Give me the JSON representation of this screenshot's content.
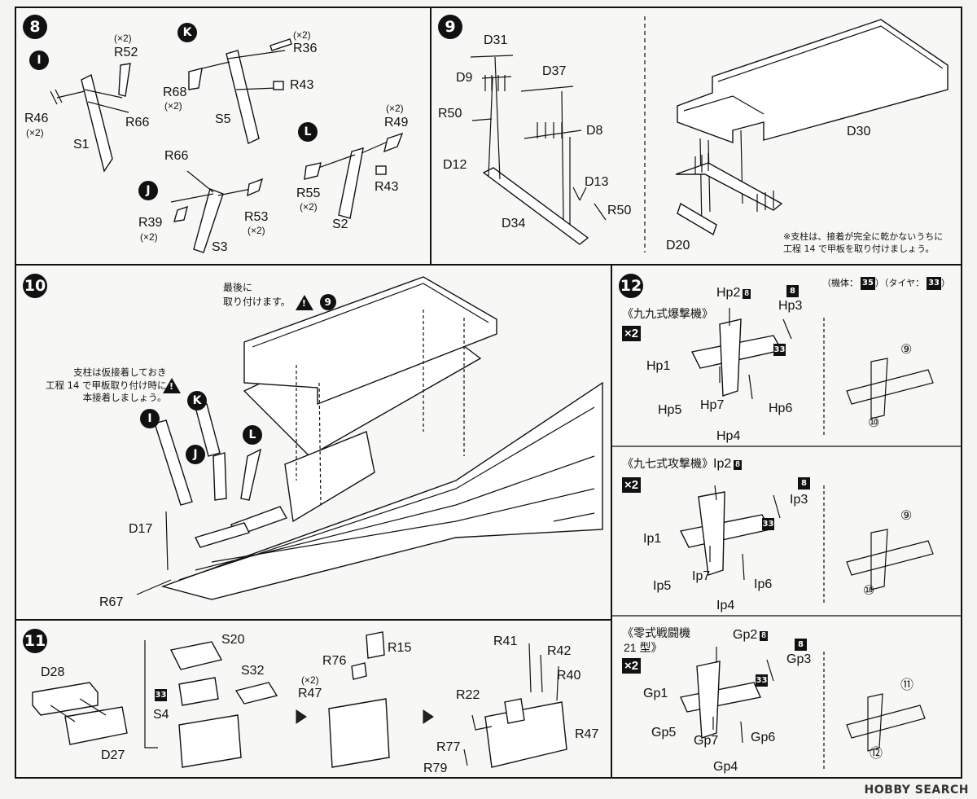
{
  "steps": {
    "s8": "8",
    "s9": "9",
    "s10": "10",
    "s11": "11",
    "s12": "12"
  },
  "subs": {
    "I": "I",
    "J": "J",
    "K": "K",
    "L": "L"
  },
  "step8": {
    "I": {
      "parts": [
        "R52",
        "R46",
        "R66",
        "S1"
      ],
      "mult": [
        "(×2)",
        "(×2)"
      ]
    },
    "K": {
      "parts": [
        "R36",
        "R43",
        "R68",
        "S5"
      ],
      "mult": [
        "(×2)",
        "(×2)"
      ]
    },
    "J": {
      "parts": [
        "R66",
        "R39",
        "R53",
        "S3"
      ],
      "mult": [
        "(×2)",
        "(×2)"
      ]
    },
    "L": {
      "parts": [
        "R49",
        "R55",
        "R43",
        "S2"
      ],
      "mult": [
        "(×2)",
        "(×2)"
      ]
    }
  },
  "step9": {
    "parts": [
      "D31",
      "D9",
      "D37",
      "R50",
      "D8",
      "D12",
      "D13",
      "R50",
      "D34",
      "D30",
      "D20"
    ],
    "note_line1": "※支柱は、接着が完全に乾かないうちに",
    "note_line2": "工程 14 で甲板を取り付けましょう。"
  },
  "step10": {
    "note_top_1": "最後に",
    "note_top_2": "取り付けます。",
    "ref_step": "9",
    "note_left_1": "支柱は仮接着しておき",
    "note_left_2": "工程 14 で甲板取り付け時に",
    "note_left_3": "本接着しましょう。",
    "parts": [
      "D17",
      "R67"
    ]
  },
  "step11": {
    "parts": [
      "D28",
      "D27",
      "S20",
      "S32",
      "S4",
      "R76",
      "R15",
      "R47",
      "R41",
      "R42",
      "R40",
      "R22",
      "R47",
      "R77",
      "R79"
    ],
    "mult": "(×2)",
    "color": "33"
  },
  "step12": {
    "color_note_a": "（機体：",
    "color_body": "35",
    "color_note_b": "）（タイヤ：",
    "color_tire": "33",
    "color_note_c": "）",
    "qty": "×2",
    "aircraft": [
      {
        "title": "《九九式爆撃機》",
        "parts": [
          "Hp2",
          "Hp3",
          "Hp1",
          "Hp5",
          "Hp7",
          "Hp6",
          "Hp4"
        ],
        "c1": "8",
        "c2": "8",
        "c3": "33",
        "decal_a": "⑨",
        "decal_b": "⑩"
      },
      {
        "title": "《九七式攻撃機》",
        "parts": [
          "Ip2",
          "Ip3",
          "Ip1",
          "Ip5",
          "Ip7",
          "Ip6",
          "Ip4"
        ],
        "c1": "8",
        "c2": "8",
        "c3": "33",
        "decal_a": "⑨",
        "decal_b": "⑩"
      },
      {
        "title": "《零式戦闘機",
        "title2": "21 型》",
        "parts": [
          "Gp2",
          "Gp3",
          "Gp1",
          "Gp5",
          "Gp7",
          "Gp6",
          "Gp4"
        ],
        "c1": "8",
        "c2": "8",
        "c3": "33",
        "decal_a": "⑪",
        "decal_b": "⑫"
      }
    ]
  },
  "watermark": "HOBBY SEARCH"
}
